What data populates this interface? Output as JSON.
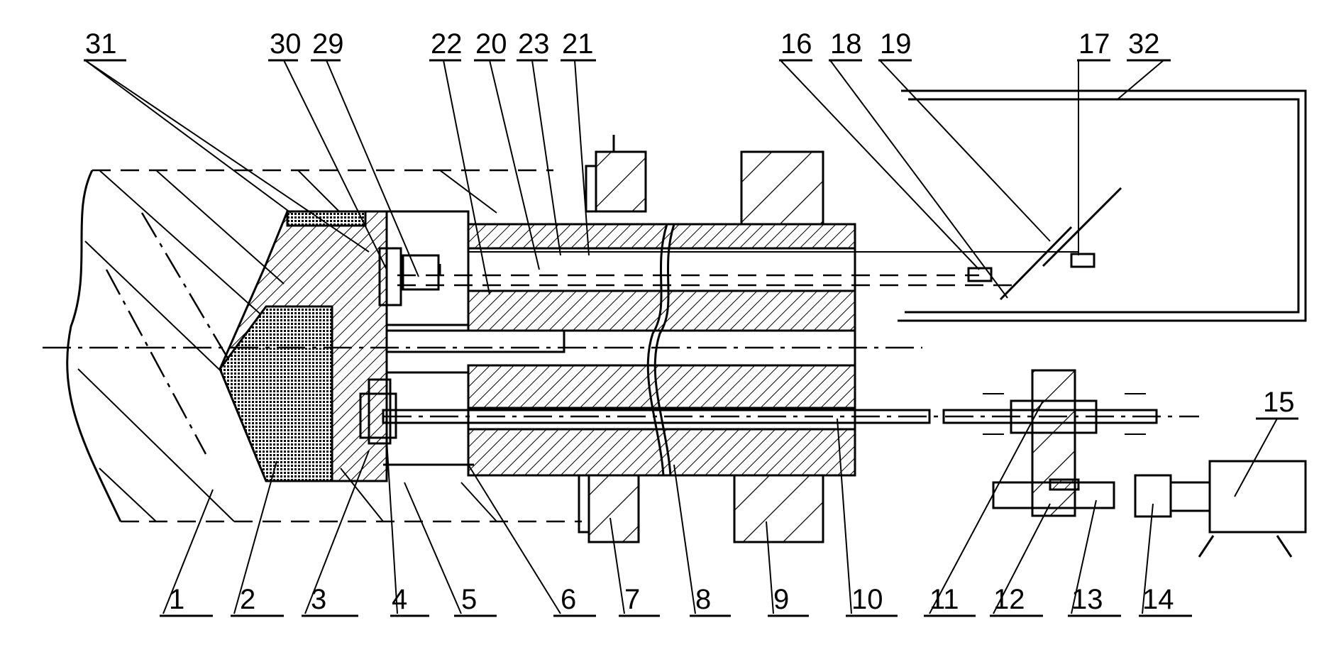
{
  "figure": {
    "bottom_labels": [
      "1",
      "2",
      "3",
      "4",
      "5",
      "6",
      "7",
      "8",
      "9",
      "10",
      "11",
      "12",
      "13",
      "14"
    ],
    "top_labels": [
      "31",
      "30",
      "29",
      "22",
      "20",
      "23",
      "21",
      "16",
      "18",
      "19",
      "17",
      "32"
    ],
    "side_labels": [
      "15"
    ]
  }
}
